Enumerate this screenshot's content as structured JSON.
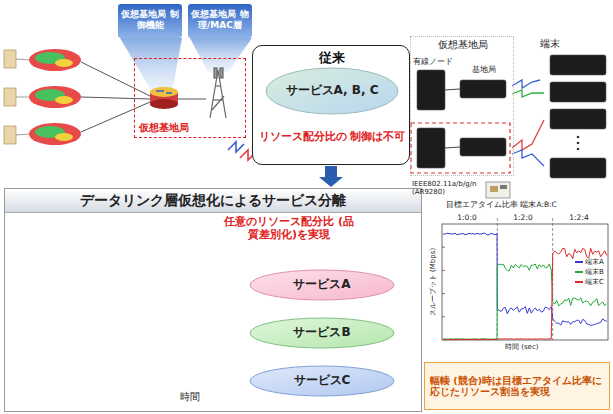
{
  "diagram": {
    "nodes": [
      {
        "text": [
          "従来",
          "リソース配分比の 制御は不可"
        ]
      },
      {
        "text": [
          "サービスA, B, C"
        ],
        "in": 0
      },
      {
        "text": [
          "仮想基地局 制御機能"
        ]
      },
      {
        "text": [
          "仮想基地局 物理/MAC層"
        ]
      },
      {
        "text": [
          "仮想基地局"
        ]
      },
      {
        "text": [
          "仮想基地局"
        ]
      },
      {
        "text": [
          "有線ノード"
        ],
        "in": 5
      },
      {
        "text": [
          "基地局"
        ],
        "in": 5
      },
      {
        "text": [
          "データリンク層仮想化によるサービス分離",
          "任意のリソース配分比 (品質差別化)を実現"
        ]
      },
      {
        "text": [
          "サービスA"
        ],
        "in": 8
      },
      {
        "text": [
          "サービスB"
        ],
        "in": 8
      },
      {
        "text": [
          "サービスC"
        ],
        "in": 8
      },
      {
        "text": [
          "輻輳 (競合)時は目標エアタイム比率に応じたリソース割当を実現"
        ]
      }
    ],
    "edges": [
      {
        "from": 0,
        "to": 8,
        "arrow": "to"
      }
    ],
    "labels": [
      "端末",
      "IEEE802.11a/b/g/n (AR9280)",
      "時間",
      "目標エアタイム比率 端末A:B:C",
      "1:0:0",
      "1:2:0",
      "1:2:4",
      "スループット (Mbps)",
      "時間 (sec)"
    ],
    "legend": [
      {
        "text": "端末A",
        "color": "#3a3ad0"
      },
      {
        "text": "端末B",
        "color": "#1faa3a"
      },
      {
        "text": "端末C",
        "color": "#e02a2a"
      }
    ]
  }
}
